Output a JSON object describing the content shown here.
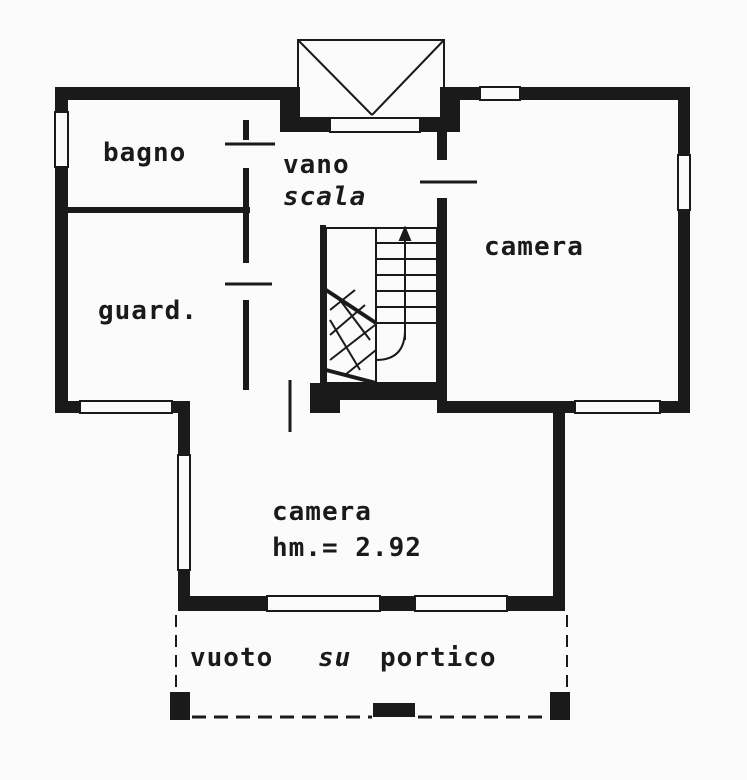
{
  "rooms": {
    "bagno": "bagno",
    "vano_scala_1": "vano",
    "vano_scala_2": "scala",
    "camera_right": "camera",
    "guardaroba": "guard.",
    "camera_main": "camera",
    "camera_main_height": "hm.= 2.92",
    "porch_1": "vuoto",
    "porch_2": "su",
    "porch_3": "portico"
  },
  "colors": {
    "wall": "#1a1a1a",
    "paper": "#fbfbfb"
  }
}
